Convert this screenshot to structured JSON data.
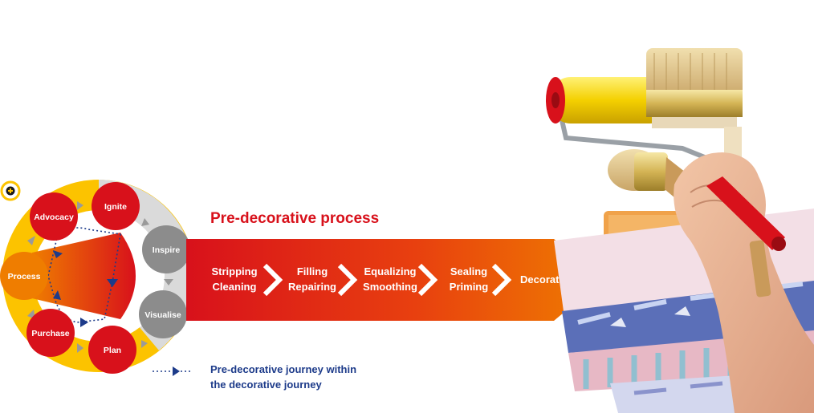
{
  "title": "Pre-decorative process",
  "journey_nodes": {
    "advocacy": "Advocacy",
    "ignite": "Ignite",
    "inspire": "Inspire",
    "visualise": "Visualise",
    "plan": "Plan",
    "purchase": "Purchase",
    "process": "Process"
  },
  "steps": [
    {
      "line1": "Stripping",
      "line2": "Cleaning"
    },
    {
      "line1": "Filling",
      "line2": "Repairing"
    },
    {
      "line1": "Equalizing",
      "line2": "Smoothing"
    },
    {
      "line1": "Sealing",
      "line2": "Priming"
    },
    {
      "line1": "Decorating",
      "line2": ""
    }
  ],
  "legend": {
    "line1": "Pre-decorative journey within",
    "line2": "the decorative journey"
  },
  "colors": {
    "red": "#d8111b",
    "orange": "#ef7d00",
    "yellow": "#fcc300",
    "grey": "#8c8c8c",
    "light_grey": "#dadada",
    "navy": "#1d3b8a"
  },
  "icons": {
    "expand": "plus-icon",
    "photo": "painting-tools-photo"
  }
}
